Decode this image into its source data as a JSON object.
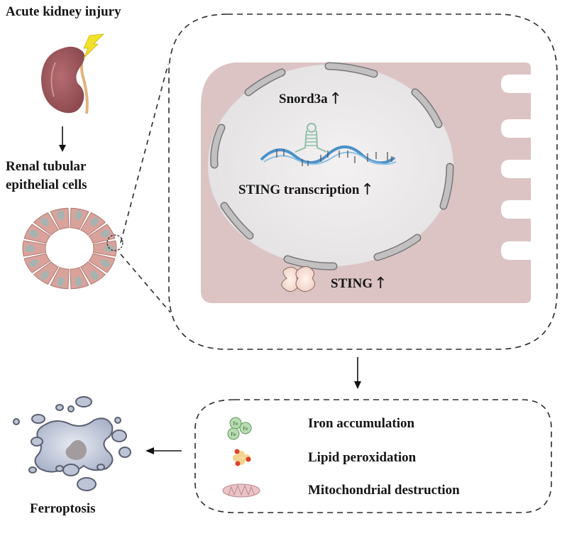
{
  "diagram": {
    "title_injury": "Acute kidney injury",
    "title_cells_line1": "Renal tubular",
    "title_cells_line2": "epithelial cells",
    "cell_panel": {
      "snord3a_label": "Snord3a",
      "transcription_label": "STING transcription",
      "sting_label": "STING",
      "up_arrow": "↑"
    },
    "outcomes": {
      "items": [
        {
          "label": "Iron accumulation",
          "icon": "iron-cluster-icon"
        },
        {
          "label": "Lipid peroxidation",
          "icon": "lipid-molecule-icon"
        },
        {
          "label": "Mitochondrial destruction",
          "icon": "mitochondrion-icon"
        }
      ],
      "fe_symbol": "Fe"
    },
    "result_label": "Ferroptosis"
  },
  "colors": {
    "cytoplasm": "#dcc4c4",
    "nucleus": "#ebe9ea",
    "nuclear_envelope": "#b8b6b7",
    "kidney": "#a0595e",
    "bolt": "#f1e12a",
    "ureter": "#e2b27d",
    "tubule_cell": "#d9a39c",
    "tubule_nucleus": "#a7b3b1",
    "dna": "#4b90c8",
    "rna": "#9fcdb7",
    "sting_protein": "#f6dcd2",
    "iron": "#a8d2a3",
    "lipid_core": "#f3cf85",
    "lipid_oxygen": "#e0402a",
    "mitochondrion": "#e8bcc0",
    "ferroptotic_cell": "#bcc4d6",
    "ferroptotic_nucleus": "#a39c9e",
    "text": "#151515",
    "dash": "#2b2b2b"
  }
}
